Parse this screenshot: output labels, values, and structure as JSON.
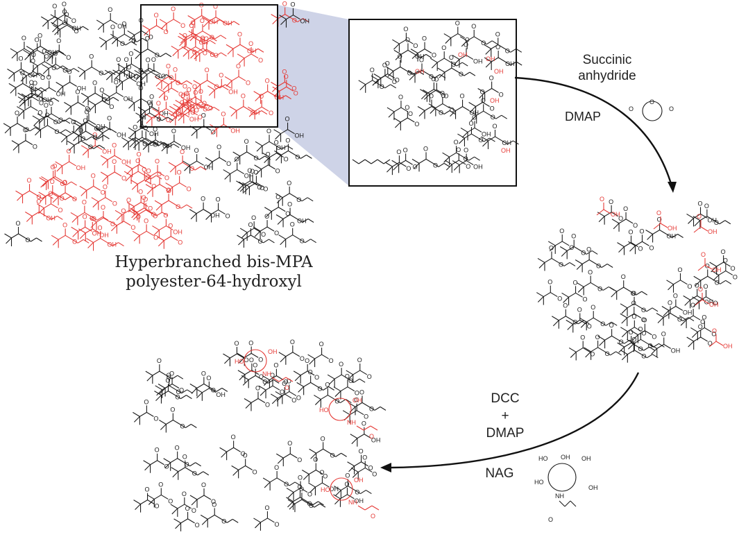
{
  "labels": {
    "polymer_line1": "Hyperbranched bis-MPA",
    "polymer_line2": "polyester-64-hydroxyl",
    "reagent1_line1": "Succinic",
    "reagent1_line2": "anhydride",
    "catalyst1": "DMAP",
    "reagent2_line1": "DCC",
    "reagent2_plus": "+",
    "reagent2_line2": "DMAP",
    "reagent3": "NAG"
  },
  "atoms": {
    "hydroxyl": "OH",
    "oxygen": "O",
    "nitrogen_h": "NH",
    "hydroxyl_prefix": "HO"
  },
  "colors": {
    "highlight": "#e53935",
    "bond": "#1a1a1a",
    "zoom_wedge": "#c5cbe3",
    "box_border": "#111111"
  }
}
